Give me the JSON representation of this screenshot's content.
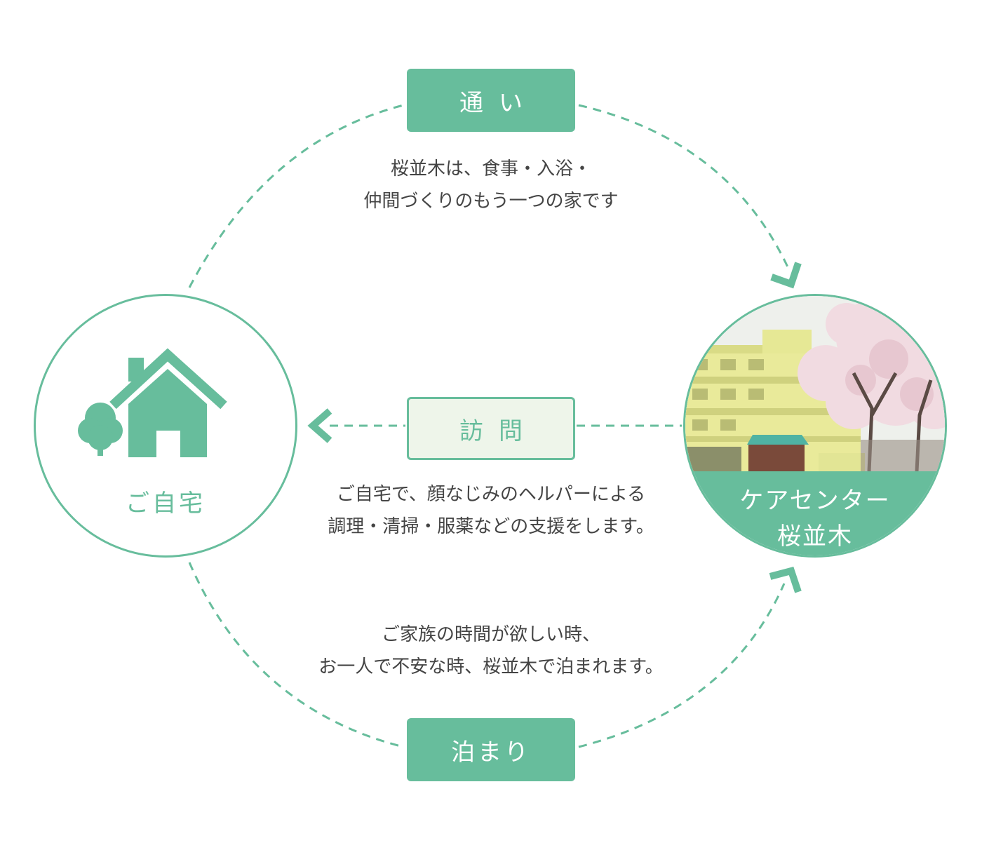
{
  "colors": {
    "accent": "#67bd9c",
    "pale": "#eef5ea",
    "text": "#444444"
  },
  "home": {
    "label": "ご自宅",
    "icon": "house-with-tree-icon"
  },
  "center": {
    "label_line1": "ケアセンター",
    "label_line2": "桜並木",
    "photo": "care-center-building-photo"
  },
  "routes": {
    "kayoi": {
      "tag": "通い",
      "desc_line1": "桜並木は、食事・入浴・",
      "desc_line2": "仲間づくりのもう一つの家です"
    },
    "houmon": {
      "tag": "訪問",
      "desc_line1": "ご自宅で、顔なじみのヘルパーによる",
      "desc_line2": "調理・清掃・服薬などの支援をします。"
    },
    "tomari": {
      "tag": "泊まり",
      "desc_line1": "ご家族の時間が欲しい時、",
      "desc_line2": "お一人で不安な時、桜並木で泊まれます。"
    }
  }
}
